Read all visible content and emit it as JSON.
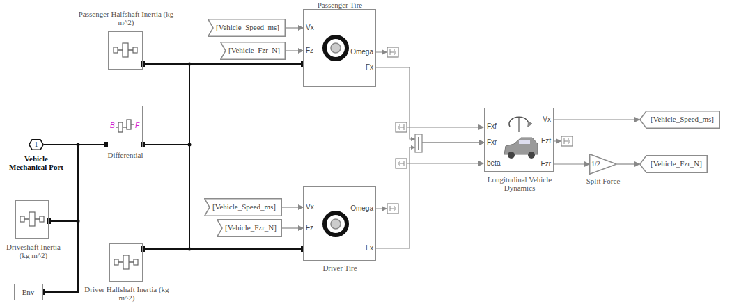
{
  "diagram": {
    "nodes": [
      {
        "text": [
          "Passenger Halfshaft Inertia (kg m^2)"
        ]
      },
      {
        "text": [
          "Passenger Tire",
          "Vx",
          "Fz",
          "Omega",
          "Fx"
        ]
      },
      {
        "text": [
          "[Vehicle_Speed_ms]"
        ]
      },
      {
        "text": [
          "[Vehicle_Fzr_N]"
        ]
      },
      {
        "text": [
          "1",
          "Vehicle Mechanical Port"
        ]
      },
      {
        "text": [
          "Differential",
          "B",
          "F"
        ]
      },
      {
        "text": [
          "Longitudinal Vehicle Dynamics",
          "Fxf",
          "Fxr",
          "beta",
          "Vx",
          "Fzf",
          "Fzr"
        ]
      },
      {
        "text": [
          "[Vehicle_Speed_ms]"
        ]
      },
      {
        "text": [
          "1/2",
          "Split Force"
        ]
      },
      {
        "text": [
          "[Vehicle_Fzr_N]"
        ]
      },
      {
        "text": [
          "Driveshaft Inertia (kg m^2)"
        ]
      },
      {
        "text": [
          "Driver Halfshaft Inertia (kg m^2)"
        ]
      },
      {
        "text": [
          "[Vehicle_Speed_ms]"
        ]
      },
      {
        "text": [
          "[Vehicle_Fzr_N]"
        ]
      },
      {
        "text": [
          "Driver Tire",
          "Vx",
          "Fz",
          "Omega",
          "Fx"
        ]
      },
      {
        "text": [
          "Env"
        ]
      }
    ],
    "edges": [
      {
        "from": 4,
        "to": 5,
        "arrow": "none"
      },
      {
        "from": 4,
        "to": 10,
        "arrow": "none"
      },
      {
        "from": 4,
        "to": 15,
        "arrow": "none"
      },
      {
        "from": 5,
        "to": 0,
        "arrow": "none"
      },
      {
        "from": 5,
        "to": 1,
        "arrow": "none"
      },
      {
        "from": 5,
        "to": 11,
        "arrow": "none"
      },
      {
        "from": 5,
        "to": 14,
        "arrow": "none"
      },
      {
        "from": 2,
        "to": 1,
        "arrow": "to"
      },
      {
        "from": 3,
        "to": 1,
        "arrow": "to"
      },
      {
        "from": 12,
        "to": 14,
        "arrow": "to"
      },
      {
        "from": 13,
        "to": 14,
        "arrow": "to"
      },
      {
        "from": 1,
        "to": 6,
        "arrow": "to"
      },
      {
        "from": 14,
        "to": 6,
        "arrow": "to"
      },
      {
        "from": 6,
        "to": 7,
        "arrow": "to"
      },
      {
        "from": 6,
        "to": 8,
        "arrow": "to"
      },
      {
        "from": 8,
        "to": 9,
        "arrow": "to"
      }
    ]
  }
}
